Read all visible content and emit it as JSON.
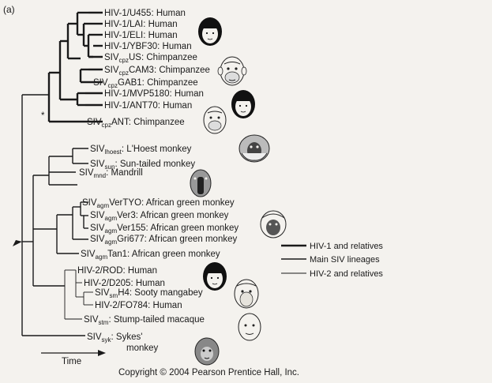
{
  "panel_label": "(a)",
  "taxa": [
    {
      "id": "t1",
      "pre": "HIV-1/U455",
      "sub": "",
      "post": "",
      "host": "Human"
    },
    {
      "id": "t2",
      "pre": "HIV-1/LAI",
      "sub": "",
      "post": "",
      "host": "Human"
    },
    {
      "id": "t3",
      "pre": "HIV-1/ELI",
      "sub": "",
      "post": "",
      "host": "Human"
    },
    {
      "id": "t4",
      "pre": "HIV-1/YBF30",
      "sub": "",
      "post": "",
      "host": "Human"
    },
    {
      "id": "t5",
      "pre": "SIV",
      "sub": "cpz",
      "post": "US",
      "host": "Chimpanzee"
    },
    {
      "id": "t6",
      "pre": "SIV",
      "sub": "cpz",
      "post": "CAM3",
      "host": "Chimpanzee"
    },
    {
      "id": "t7",
      "pre": "SIV",
      "sub": "cpz",
      "post": "GAB1",
      "host": "Chimpanzee"
    },
    {
      "id": "t8",
      "pre": "HIV-1/MVP5180",
      "sub": "",
      "post": "",
      "host": "Human"
    },
    {
      "id": "t9",
      "pre": "HIV-1/ANT70",
      "sub": "",
      "post": "",
      "host": "Human"
    },
    {
      "id": "t10",
      "pre": "SIV",
      "sub": "cpz",
      "post": "ANT",
      "host": "Chimpanzee"
    },
    {
      "id": "t11",
      "pre": "SIV",
      "sub": "lhoest",
      "post": "",
      "host": "L'Hoest monkey"
    },
    {
      "id": "t12",
      "pre": "SIV",
      "sub": "sun",
      "post": "",
      "host": "Sun-tailed monkey"
    },
    {
      "id": "t13",
      "pre": "SIV",
      "sub": "mnd",
      "post": "",
      "host": "Mandrill"
    },
    {
      "id": "t14",
      "pre": "SIV",
      "sub": "agm",
      "post": "VerTYO",
      "host": "African green monkey"
    },
    {
      "id": "t15",
      "pre": "SIV",
      "sub": "agm",
      "post": "Ver3",
      "host": "African green monkey"
    },
    {
      "id": "t16",
      "pre": "SIV",
      "sub": "agm",
      "post": "Ver155",
      "host": "African green monkey"
    },
    {
      "id": "t17",
      "pre": "SIV",
      "sub": "agm",
      "post": "Gri677",
      "host": "African green monkey"
    },
    {
      "id": "t18",
      "pre": "SIV",
      "sub": "agm",
      "post": "Tan1",
      "host": "African green monkey"
    },
    {
      "id": "t19",
      "pre": "HIV-2/ROD",
      "sub": "",
      "post": "",
      "host": "Human"
    },
    {
      "id": "t20",
      "pre": "HIV-2/D205",
      "sub": "",
      "post": "",
      "host": "Human"
    },
    {
      "id": "t21",
      "pre": "SIV",
      "sub": "sm",
      "post": "H4",
      "host": "Sooty mangabey"
    },
    {
      "id": "t22",
      "pre": "HIV-2/FO784",
      "sub": "",
      "post": "",
      "host": "Human"
    },
    {
      "id": "t23",
      "pre": "SIV",
      "sub": "stm",
      "post": "",
      "host": "Stump-tailed macaque"
    },
    {
      "id": "t24",
      "pre": "SIV",
      "sub": "syk",
      "post": "",
      "host": "Sykes'",
      "host2": "monkey"
    }
  ],
  "node_marker": "*",
  "legend": [
    {
      "label": "HIV-1 and relatives",
      "weight": "thick"
    },
    {
      "label": "Main SIV lineages",
      "weight": "medium"
    },
    {
      "label": "HIV-2 and relatives",
      "weight": "thin"
    }
  ],
  "time_label": "Time",
  "copyright": "Copyright © 2004 Pearson Prentice Hall, Inc.",
  "host_icons": [
    "human-face-icon",
    "chimpanzee-face-icon",
    "monkey-face-icon",
    "mandrill-face-icon",
    "african-green-monkey-face-icon",
    "sooty-mangabey-face-icon",
    "macaque-face-icon",
    "sykes-monkey-face-icon"
  ]
}
